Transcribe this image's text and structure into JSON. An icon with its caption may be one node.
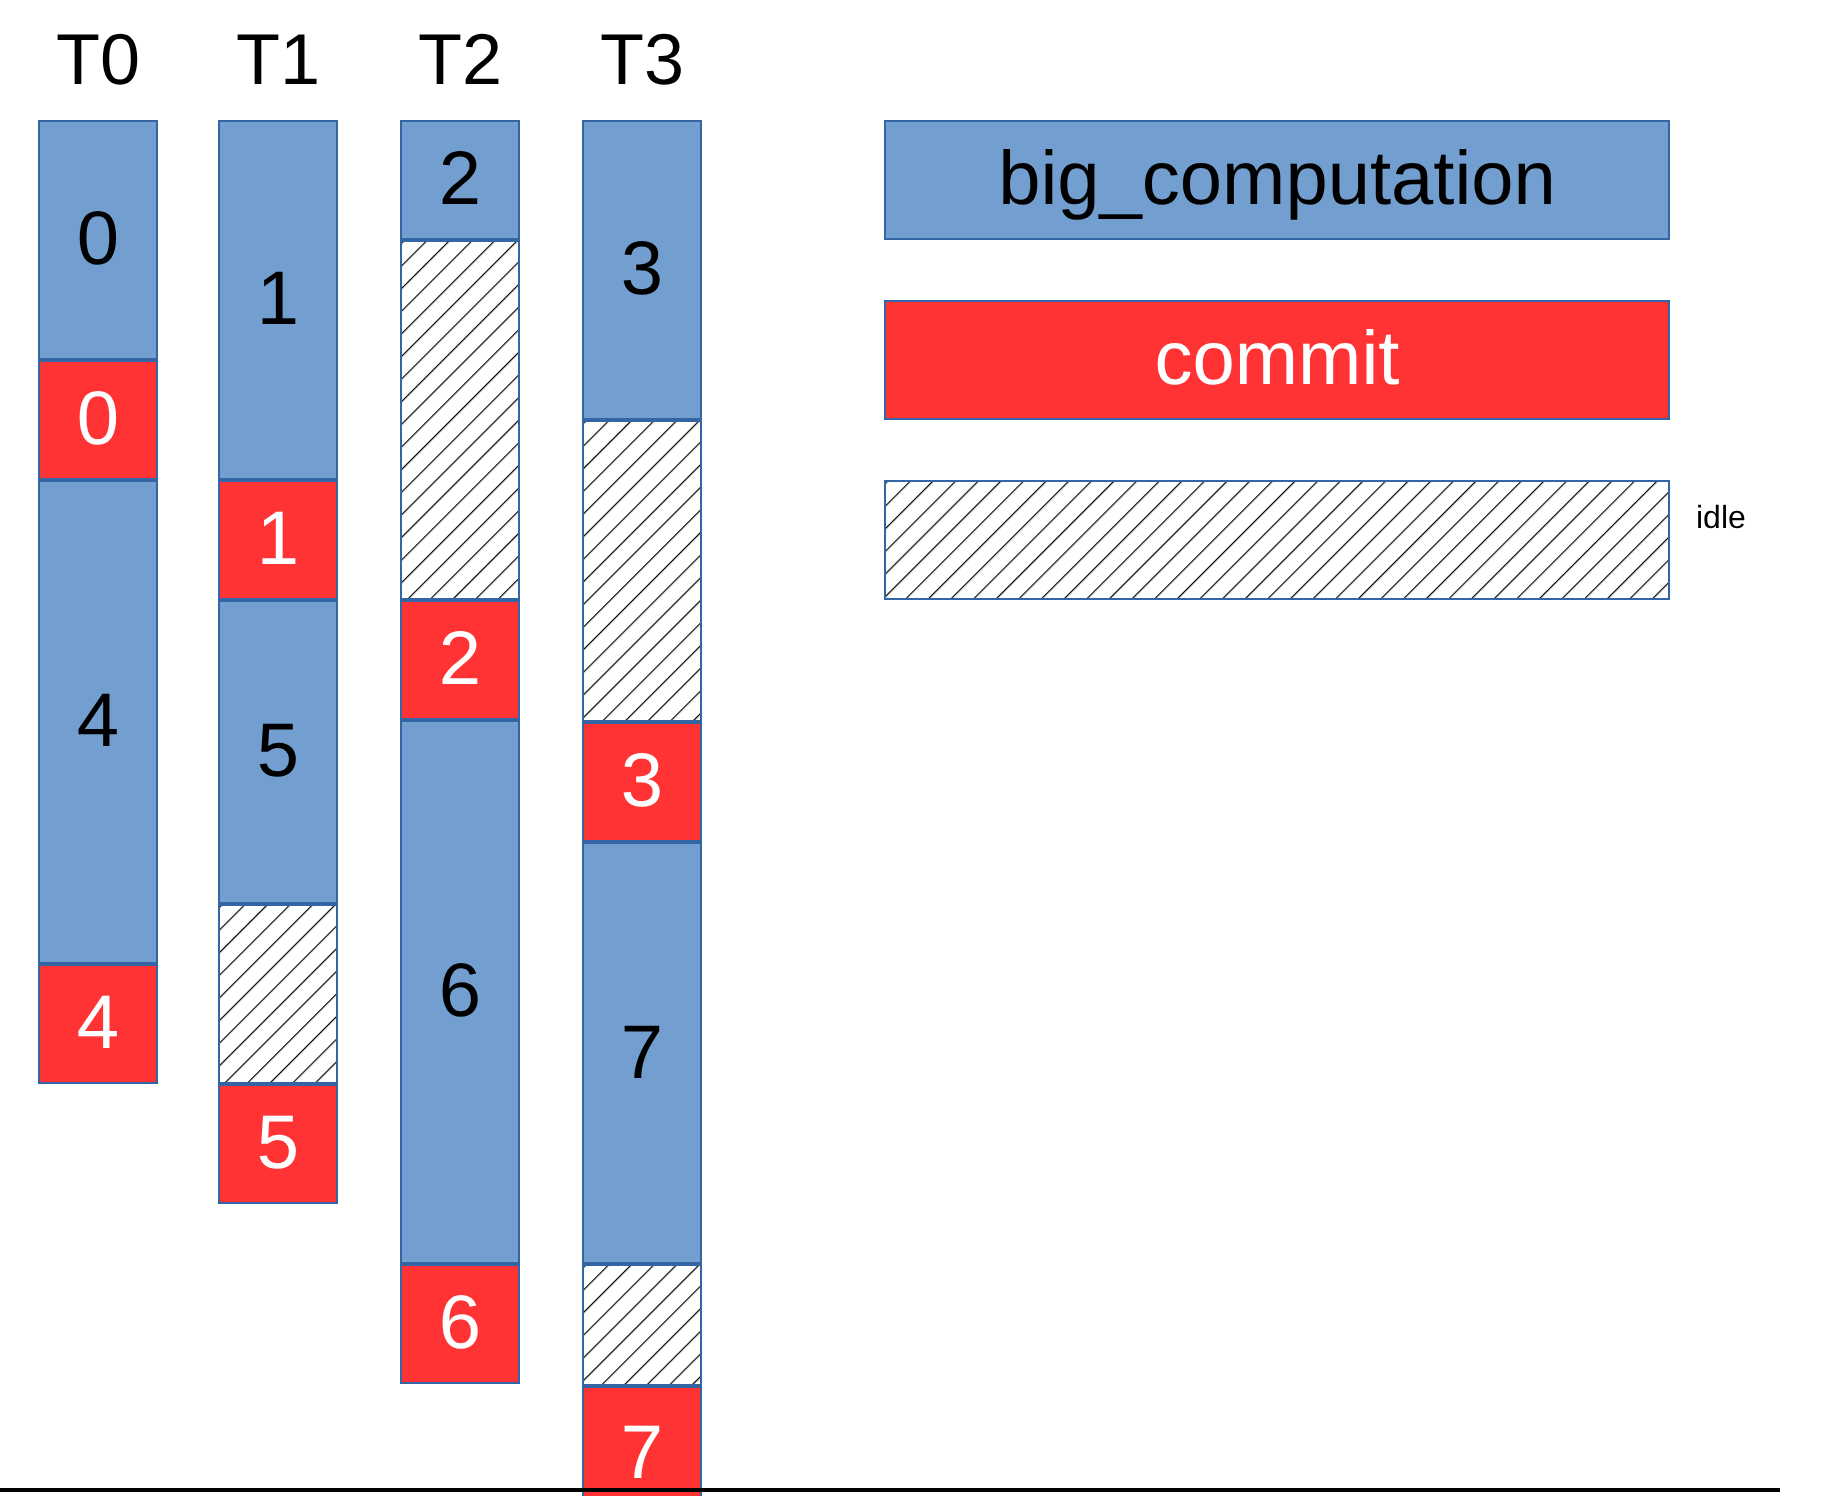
{
  "diagram": {
    "nodes": [
      {
        "text": [
          "0"
        ]
      },
      {
        "text": [
          "0"
        ]
      },
      {
        "text": [
          "4"
        ]
      },
      {
        "text": [
          "4"
        ]
      },
      {
        "text": [
          "1"
        ]
      },
      {
        "text": [
          "1"
        ]
      },
      {
        "text": [
          "5"
        ]
      },
      {
        "text": [],
        "shape": "box"
      },
      {
        "text": [
          "5"
        ]
      },
      {
        "text": [
          "2"
        ]
      },
      {
        "text": [],
        "shape": "box"
      },
      {
        "text": [
          "2"
        ]
      },
      {
        "text": [
          "6"
        ]
      },
      {
        "text": [
          "6"
        ]
      },
      {
        "text": [
          "3"
        ]
      },
      {
        "text": [],
        "shape": "box"
      },
      {
        "text": [
          "3"
        ]
      },
      {
        "text": [
          "7"
        ]
      },
      {
        "text": [],
        "shape": "box"
      },
      {
        "text": [
          "7"
        ]
      }
    ],
    "labels": [
      "T0",
      "T1",
      "T2",
      "T3"
    ],
    "legend": [
      {
        "text": "big_computation",
        "color": "#729fcf"
      },
      {
        "text": "commit",
        "color": "#ff3333"
      },
      {
        "text": "idle"
      }
    ]
  }
}
